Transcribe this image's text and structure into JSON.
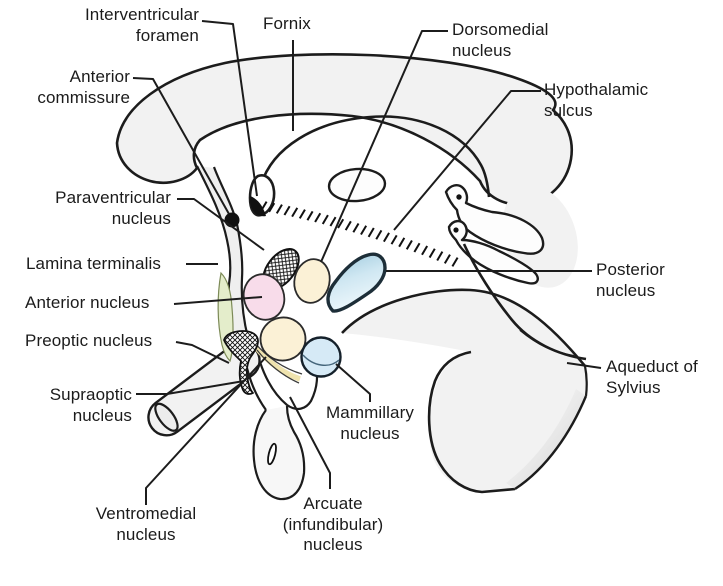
{
  "labels": {
    "interventricular_foramen": "Interventricular\nforamen",
    "fornix": "Fornix",
    "dorsomedial_nucleus": "Dorsomedial\nnucleus",
    "anterior_commissure": "Anterior\ncommissure",
    "hypothalamic_sulcus": "Hypothalamic\nsulcus",
    "paraventricular_nucleus": "Paraventricular\nnucleus",
    "lamina_terminalis": "Lamina terminalis",
    "anterior_nucleus": "Anterior nucleus",
    "preoptic_nucleus": "Preoptic nucleus",
    "supraoptic_nucleus": "Supraoptic\nnucleus",
    "posterior_nucleus": "Posterior\nnucleus",
    "aqueduct_of_sylvius": "Aqueduct of\nSylvius",
    "mammillary_nucleus": "Mammillary\nnucleus",
    "ventromedial_nucleus": "Ventromedial\nnucleus",
    "arcuate_nucleus": "Arcuate\n(infundibular)\nnucleus"
  },
  "colors": {
    "outline": "#1c1c1c",
    "brain_fill": "#f2f2f2",
    "anterior_nucleus_fill": "#f8dcea",
    "dorsomedial_nucleus_fill": "#fbf1d6",
    "ventromedial_nucleus_fill": "#fbf1d6",
    "posterior_nucleus_fill": "#9cc8dc",
    "mammillary_nucleus_fill": "#d6eaf6",
    "lamina_terminalis_fill": "#e4edcb",
    "fornix_column_fill": "#efe3ae",
    "hatched_nuclei_style": "black-white-crosshatch"
  }
}
